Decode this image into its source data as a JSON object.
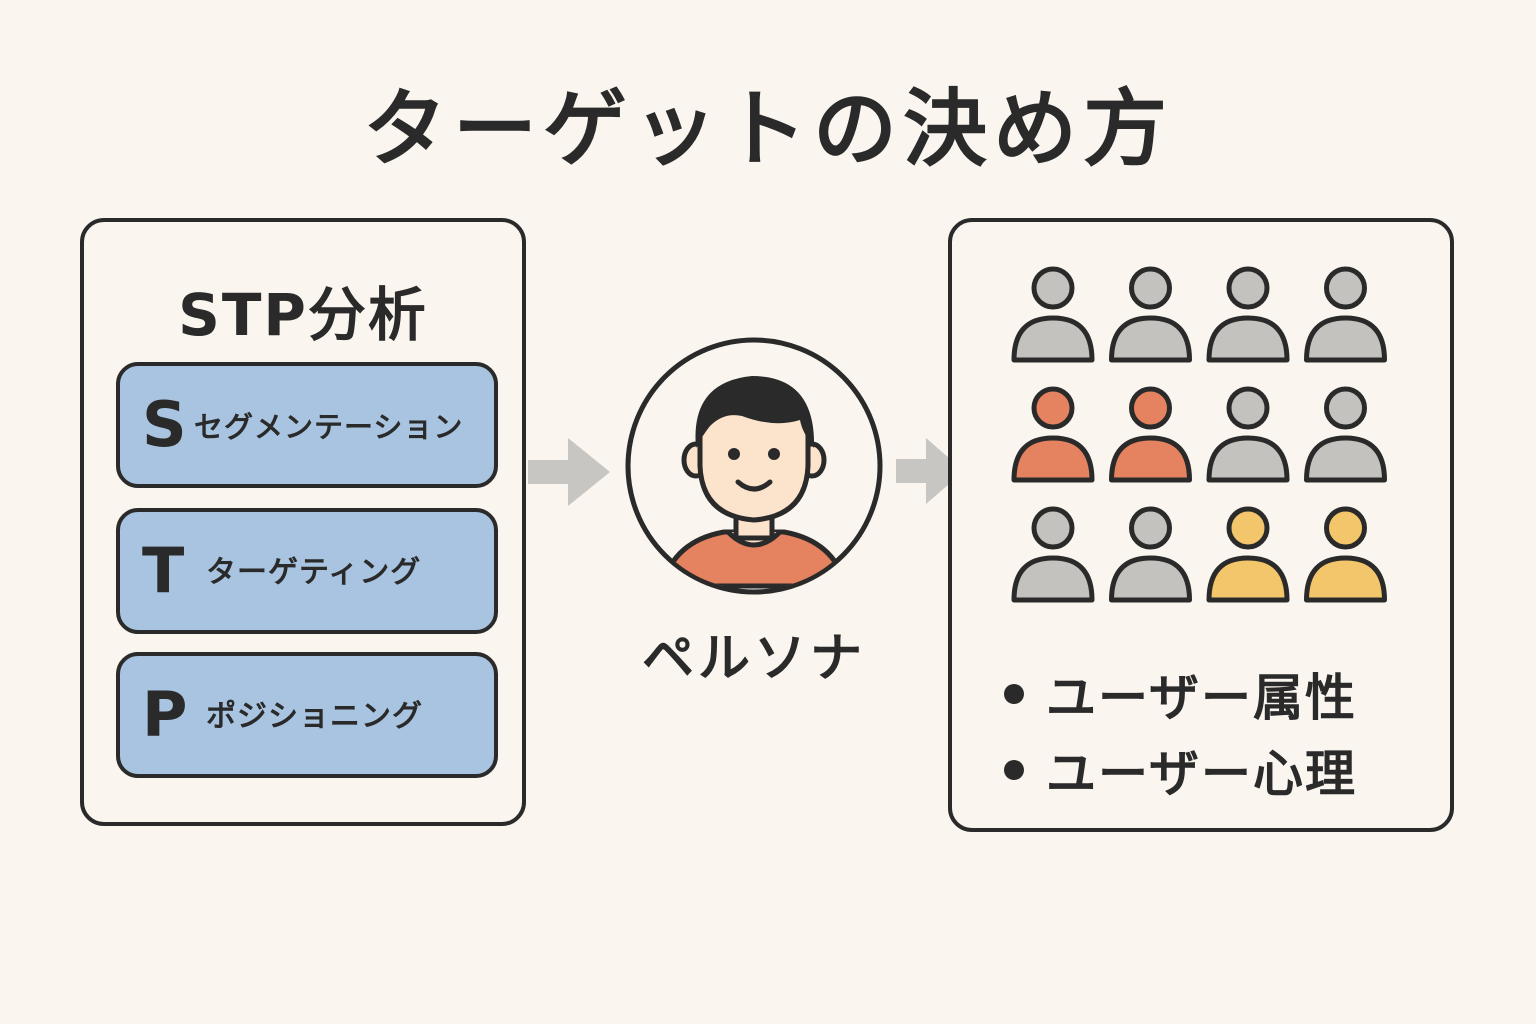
{
  "title": "ターゲットの決め方",
  "stp": {
    "title": "STP分析",
    "items": [
      {
        "letter": "S",
        "label": "セグメンテーション"
      },
      {
        "letter": "T",
        "label": "ターゲティング"
      },
      {
        "letter": "P",
        "label": "ポジショニング"
      }
    ]
  },
  "persona": {
    "label": "ペルソナ"
  },
  "audience": {
    "rows": [
      [
        "gray",
        "gray",
        "gray",
        "gray"
      ],
      [
        "orange",
        "orange",
        "gray",
        "gray"
      ],
      [
        "gray",
        "gray",
        "yellow",
        "yellow"
      ]
    ],
    "bullets": [
      "ユーザー属性",
      "ユーザー心理"
    ]
  },
  "colors": {
    "gray": "#c4c2be",
    "orange": "#e5825f",
    "yellow": "#f3c66b",
    "blue": "#a8c4e0",
    "outline": "#2a2a2a",
    "arrow": "#c8c6c2",
    "skin": "#fbe3cc"
  }
}
